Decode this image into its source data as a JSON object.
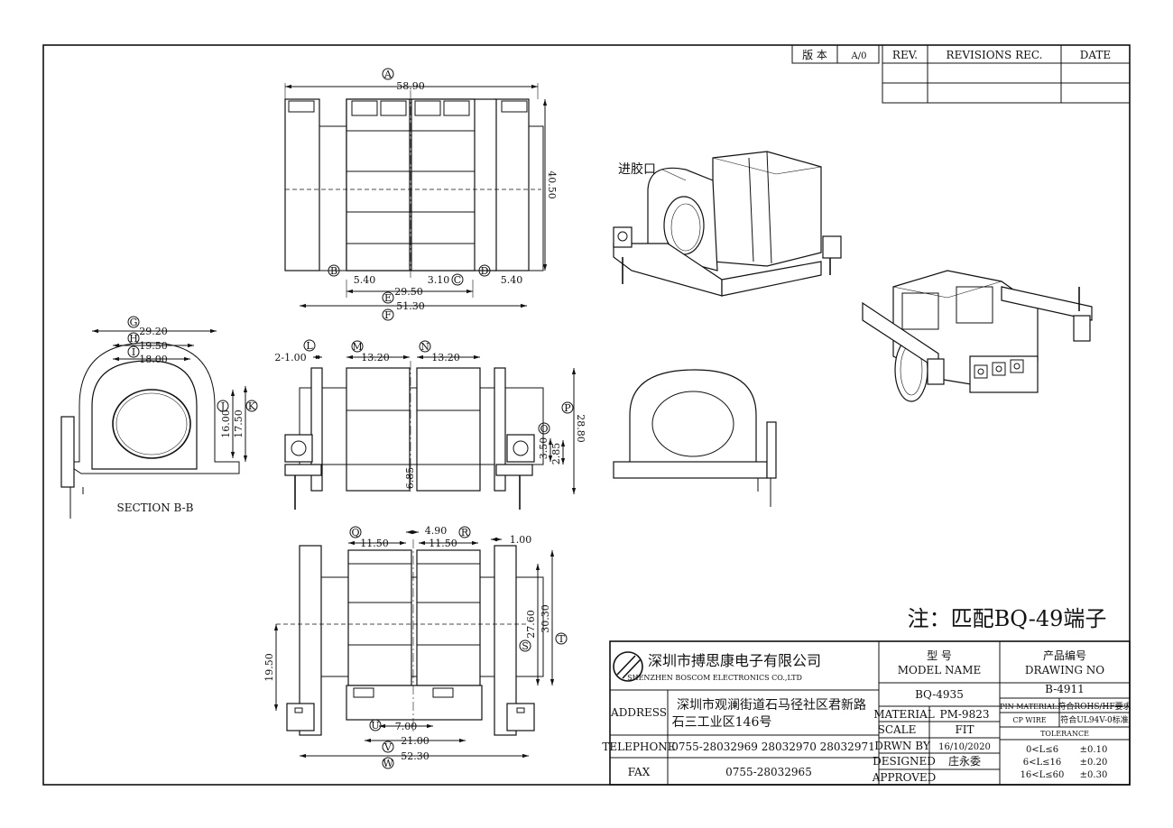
{
  "revision_block": {
    "version_label": "版 本",
    "version_value": "A/0",
    "rev_label": "REV.",
    "revisions_label": "REVISIONS REC.",
    "date_label": "DATE"
  },
  "note": "注：匹配BQ-49端子",
  "callout_gate": "进胶口",
  "section_label": "SECTION B-B",
  "dims_top": {
    "d_5890": "58.90",
    "d_4050": "40.50",
    "d_540a": "5.40",
    "d_310": "3.10",
    "d_540b": "5.40",
    "d_2950": "29.50",
    "d_5130": "51.30",
    "A": "A",
    "B": "B",
    "C": "C",
    "D": "D",
    "E": "E",
    "F": "F"
  },
  "dims_section": {
    "d_2920": "29.20",
    "d_1950": "19.50",
    "d_1800": "18.00",
    "d_1600": "16.00",
    "d_1750": "17.50",
    "G": "G",
    "H": "H",
    "I": "I",
    "J": "J",
    "K": "K"
  },
  "dims_front": {
    "d_2x100": "2-1.00",
    "d_1320a": "13.20",
    "d_1320b": "13.20",
    "d_2880": "28.80",
    "d_350": "3.50",
    "d_285": "2.85",
    "d_685": "6.85",
    "L": "L",
    "M": "M",
    "N": "N",
    "O": "O",
    "P": "P"
  },
  "dims_bottom": {
    "d_490": "4.90",
    "d_1150a": "11.50",
    "d_1150b": "11.50",
    "d_100": "1.00",
    "d_2760": "27.60",
    "d_3030": "30.30",
    "d_1950": "19.50",
    "d_700": "7.00",
    "d_2100": "21.00",
    "d_5230": "52.30",
    "Q": "Q",
    "R": "R",
    "S": "S",
    "T": "T",
    "U": "U",
    "V": "V",
    "W": "W"
  },
  "title_block": {
    "company_cn": "深圳市搏思康电子有限公司",
    "company_en": "SHENZHEN BOSCOM ELECTRONICS CO.,LTD",
    "address_label": "ADDRESS",
    "address_line1": "深圳市观澜街道石马径社区君新路",
    "address_line2": "石三工业区146号",
    "telephone_label": "TELEPHONE",
    "telephone_value": "0755-28032969 28032970 28032971",
    "fax_label": "FAX",
    "fax_value": "0755-28032965",
    "model_cn": "型    号",
    "model_en": "MODEL NAME",
    "model_value": "BQ-4935",
    "drawing_cn": "产品编号",
    "drawing_en": "DRAWING NO",
    "drawing_value": "B-4911",
    "material_label": "MATERIAL",
    "material_value": "PM-9823",
    "scale_label": "SCALE",
    "scale_value": "FIT",
    "drawn_label": "DRWN BY",
    "drawn_value": "16/10/2020",
    "designed_label": "DESIGNED",
    "designed_value": "庄永委",
    "approved_label": "APPROVED",
    "pin_material_label": "PIN MATERIAL:",
    "pin_material_value": "符合ROHS/HF要求",
    "cp_wire_label": "CP WIRE",
    "cp_wire_value": "符合UL94V-0标准",
    "tolerance_label": "TOLERANCE",
    "tol1_range": "0<L≤6",
    "tol1_value": "±0.10",
    "tol2_range": "6<L≤16",
    "tol2_value": "±0.20",
    "tol3_range": "16<L≤60",
    "tol3_value": "±0.30"
  }
}
